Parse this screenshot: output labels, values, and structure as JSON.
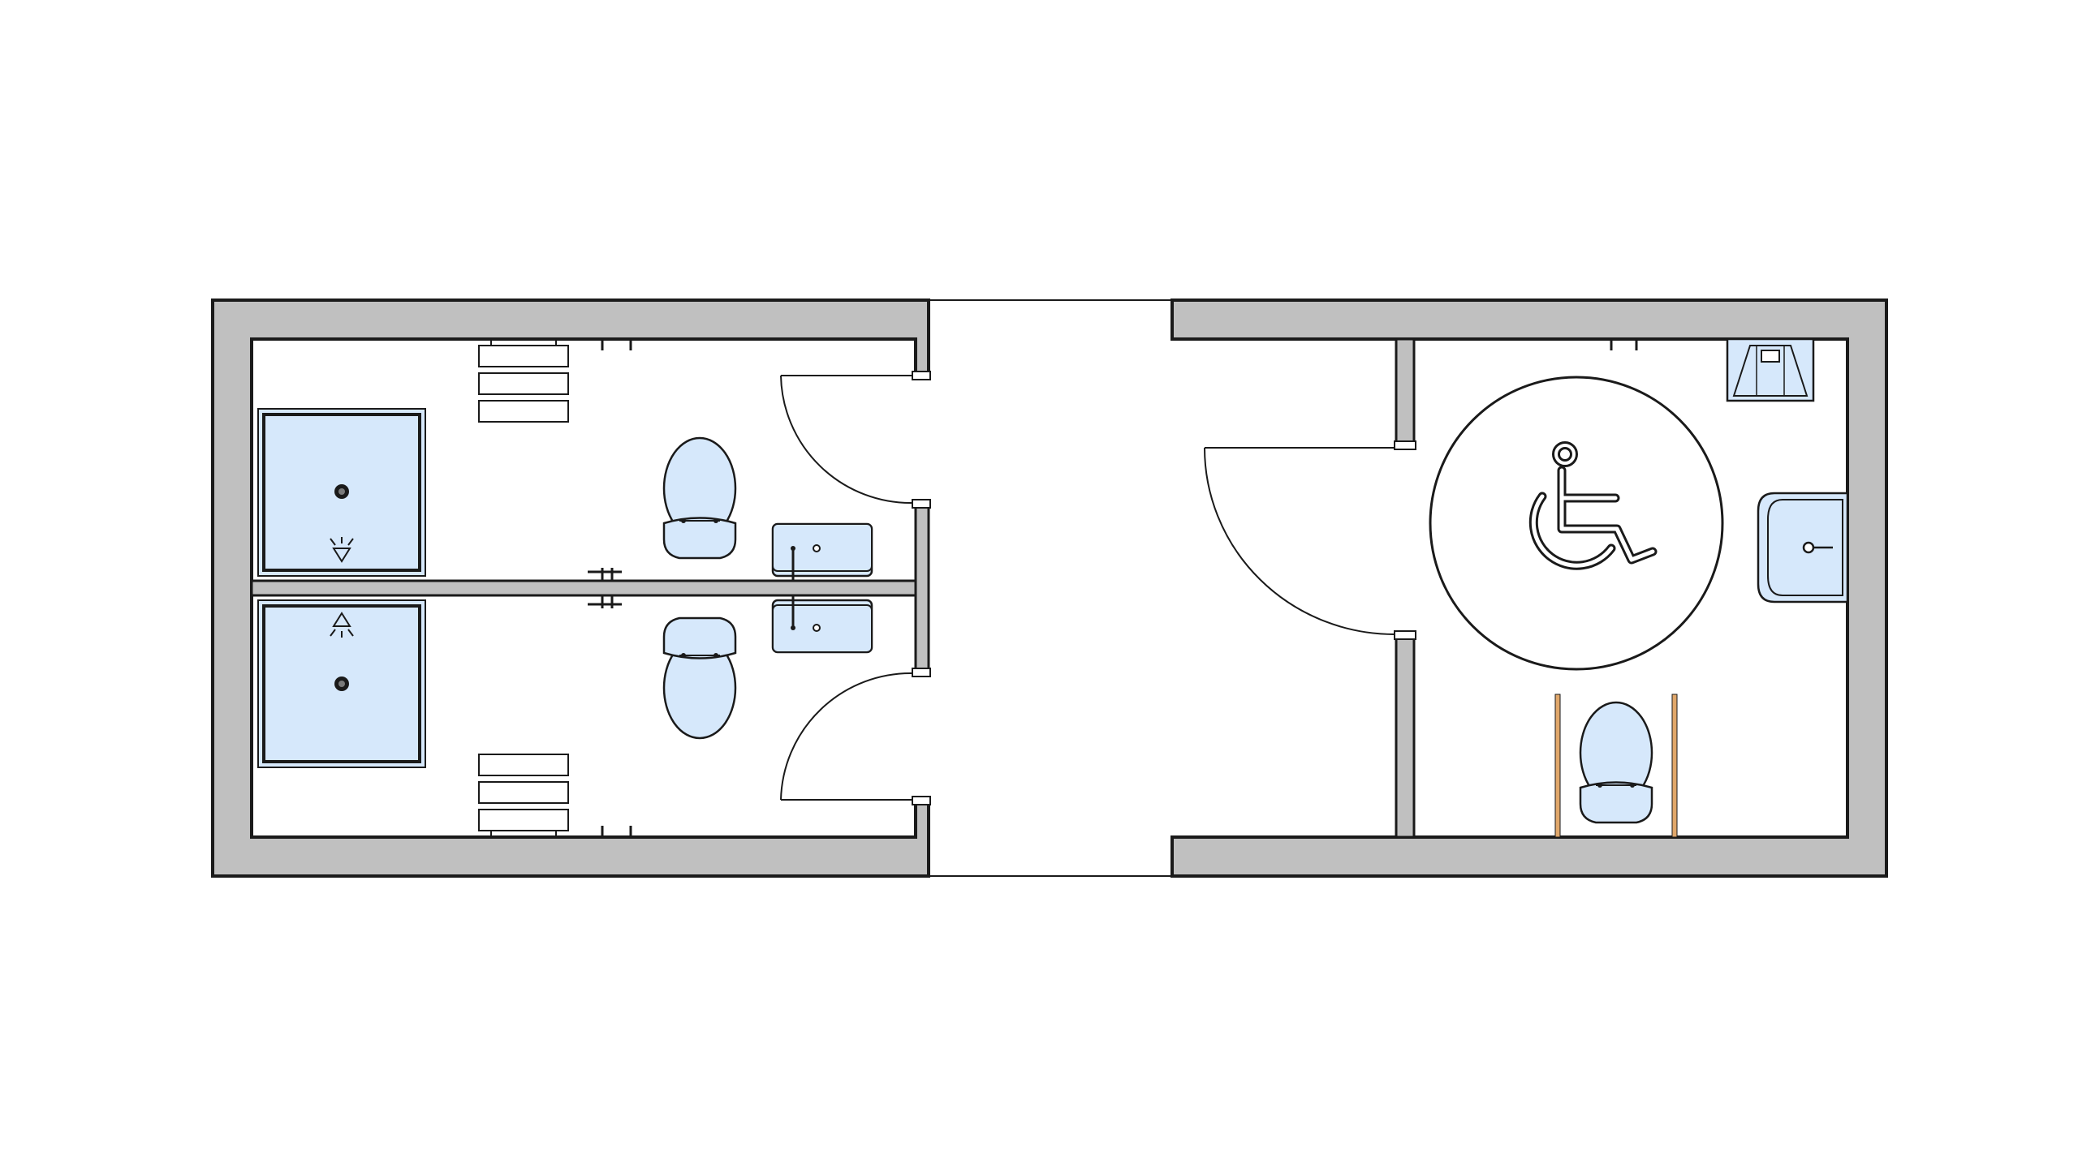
{
  "colors": {
    "background": "#ffffff",
    "wall": "#c0c0c0",
    "line": "#1a1a1a",
    "fixture": "#d6e8fb",
    "grab_bar": "#e0a76a"
  },
  "icons": {
    "accessibility": "wheelchair-icon",
    "shower": "shower-head-icon",
    "drain": "floor-drain-icon"
  },
  "rooms": [
    {
      "id": "bathroom-upper-left",
      "fixtures": [
        "shower-tray",
        "toilet",
        "washbasin",
        "towel-rack"
      ]
    },
    {
      "id": "bathroom-lower-left",
      "fixtures": [
        "shower-tray",
        "toilet",
        "washbasin",
        "towel-rack"
      ]
    },
    {
      "id": "corridor",
      "fixtures": []
    },
    {
      "id": "accessible-bathroom",
      "fixtures": [
        "toilet",
        "washbasin",
        "corner-sink",
        "grab-bar",
        "grab-bar",
        "turning-circle"
      ]
    }
  ]
}
